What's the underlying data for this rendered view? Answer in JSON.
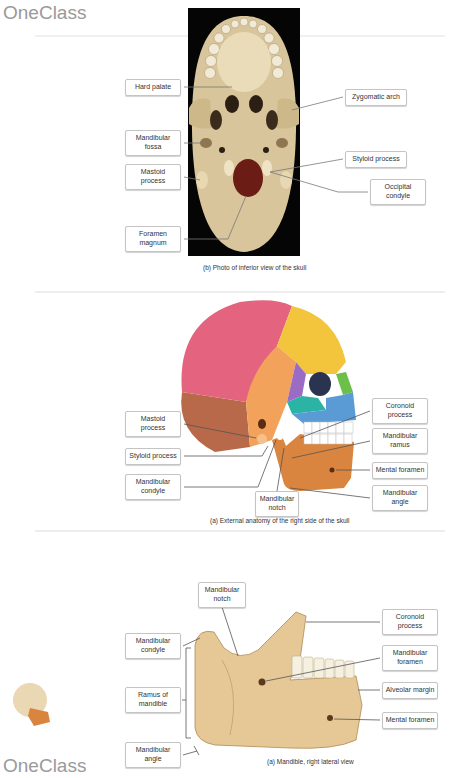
{
  "diagram": {
    "nodes": [
      {
        "text": [
          "Hard palate"
        ]
      },
      {
        "text": [
          "Mandibular fossa"
        ]
      },
      {
        "text": [
          "Mastoid process"
        ]
      },
      {
        "text": [
          "Foramen magnum"
        ]
      },
      {
        "text": [
          "Zygomatic arch"
        ]
      },
      {
        "text": [
          "Styloid process"
        ]
      },
      {
        "text": [
          "Occipital condyle"
        ]
      },
      {
        "text": [
          "Mastoid process"
        ]
      },
      {
        "text": [
          "Styloid process"
        ]
      },
      {
        "text": [
          "Mandibular condyle"
        ]
      },
      {
        "text": [
          "Mandibular notch"
        ]
      },
      {
        "text": [
          "Coronoid process"
        ]
      },
      {
        "text": [
          "Mandibular ramus"
        ]
      },
      {
        "text": [
          "Mental foramen"
        ]
      },
      {
        "text": [
          "Mandibular angle"
        ]
      },
      {
        "text": [
          "Mandibular notch"
        ]
      },
      {
        "text": [
          "Mandibular condyle"
        ]
      },
      {
        "text": [
          "Ramus of mandible"
        ]
      },
      {
        "text": [
          "Mandibular angle"
        ]
      },
      {
        "text": [
          "Coronoid process"
        ]
      },
      {
        "text": [
          "Mandibular foramen"
        ]
      },
      {
        "text": [
          "Alveolar margin"
        ]
      },
      {
        "text": [
          "Mental foramen"
        ]
      }
    ],
    "labels": [
      "OneClass",
      "(b) Photo of inferior view of the skull",
      "(a) External anatomy of the right side of the skull",
      "(a) Mandible, right lateral view",
      "OneClass"
    ]
  }
}
